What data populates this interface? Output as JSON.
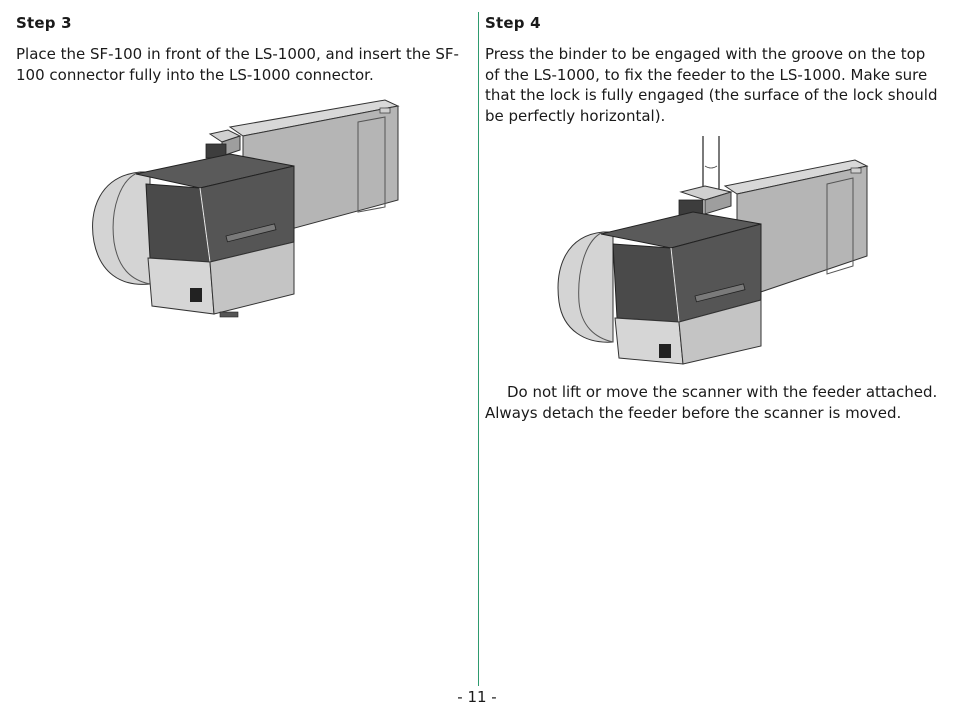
{
  "step3": {
    "title": "Step 3",
    "text": "Place the SF-100 in front of the LS-1000, and insert the SF-100 connector fully into the LS-1000 connector."
  },
  "step4": {
    "title": "Step 4",
    "text": "Press the binder to be engaged with the groove on the top of the LS-1000, to fix the feeder to the LS-1000.  Make sure that the lock is fully engaged (the surface of the lock should be perfectly horizontal).",
    "note": "Do not lift or move the scanner with the feeder attached. Always detach the feeder before the scanner is moved."
  },
  "footer": {
    "page_number": "- 11 -"
  },
  "colors": {
    "divider": "#2e9a6e",
    "feeder_dark": "#4a4a4a",
    "scanner_body": "#b5b5b5"
  }
}
